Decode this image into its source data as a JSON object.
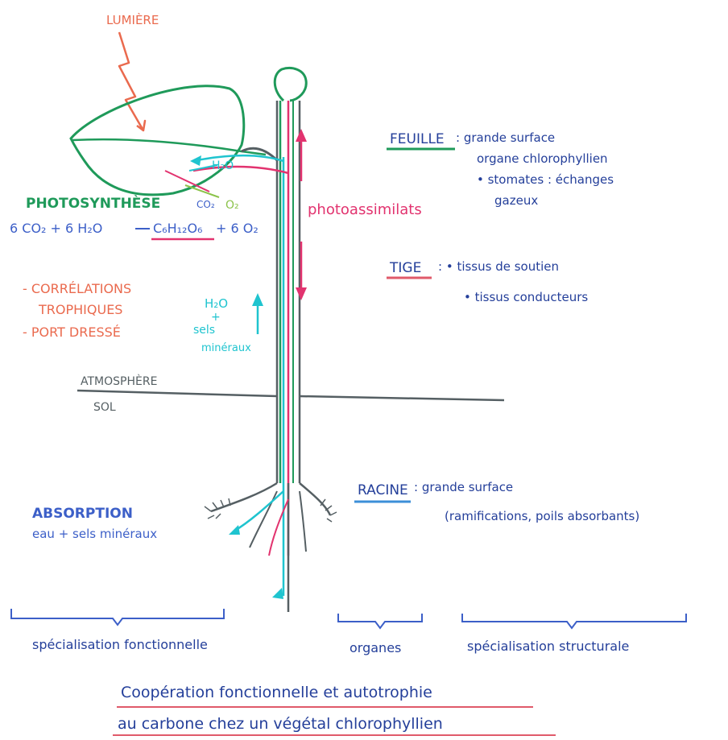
{
  "colors": {
    "green": "#1f9a5a",
    "pink": "#e2336f",
    "cyan": "#1fc4cf",
    "orange": "#ea6a4e",
    "blue": "#3c5fc8",
    "gray": "#555f63",
    "red_underline": "#e05a6a"
  },
  "light": {
    "label": "LUMIÈRE"
  },
  "gas": {
    "h2o": "H₂O",
    "co2": "CO₂",
    "o2": "O₂"
  },
  "photosynthesis": {
    "title": "PHOTOSYNTHÈSE",
    "eq_left": "6 CO₂ + 6 H₂O",
    "eq_product": "C₆H₁₂O₆",
    "eq_right": "+ 6 O₂"
  },
  "correlations": {
    "line1": "- CORRÉLATIONS",
    "line2": "TROPHIQUES",
    "line3": "- PORT DRESSÉ"
  },
  "sap": {
    "water": "H₂O",
    "plus": "+",
    "salts1": "sels",
    "salts2": "minéraux"
  },
  "phloem": {
    "label": "photoassimilats"
  },
  "leaf_note": {
    "title": "FEUILLE",
    "line1": ": grande surface",
    "line2": "organe chlorophyllien",
    "line3": "• stomates : échanges",
    "line4": "gazeux"
  },
  "stem_note": {
    "title": "TIGE",
    "line1": ": • tissus de soutien",
    "line2": "• tissus conducteurs"
  },
  "ground": {
    "above": "ATMOSPHÈRE",
    "below": "SOL"
  },
  "absorption": {
    "line1": "ABSORPTION",
    "line2": "eau + sels minéraux"
  },
  "root_note": {
    "title": "RACINE",
    "line1": ": grande surface",
    "line2": "(ramifications, poils absorbants)"
  },
  "brackets": {
    "functional": "spécialisation fonctionnelle",
    "organs": "organes",
    "structural": "spécialisation structurale"
  },
  "caption": {
    "line1": "Coopération fonctionnelle et autotrophie",
    "line2": "au carbone chez un végétal chlorophyllien"
  }
}
